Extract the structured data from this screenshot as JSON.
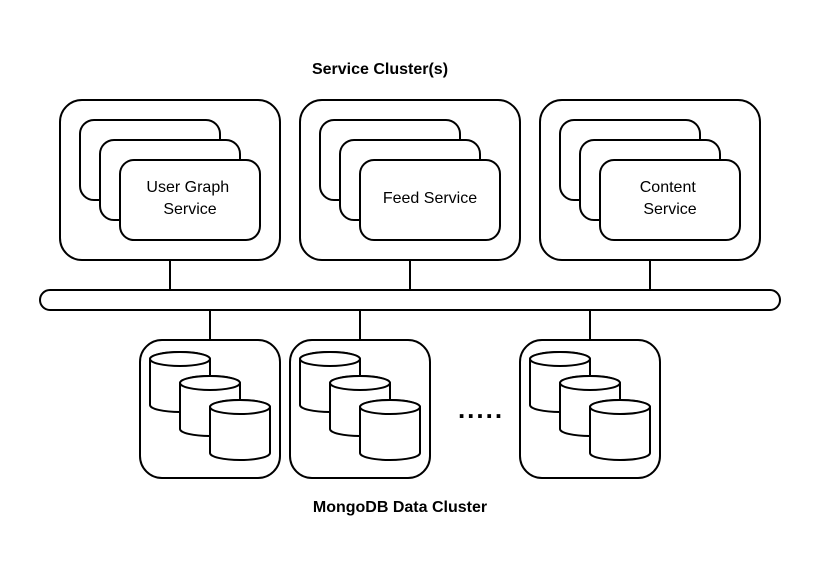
{
  "diagram": {
    "service_cluster_title": "Service Cluster(s)",
    "data_cluster_title": "MongoDB Data Cluster",
    "ellipsis": ".....",
    "services": [
      {
        "label_lines": [
          "User Graph",
          "Service"
        ]
      },
      {
        "label_lines": [
          "Feed Service"
        ]
      },
      {
        "label_lines": [
          "Content",
          "Service"
        ]
      }
    ],
    "database_clusters": 3,
    "databases_per_cluster": 3,
    "colors": {
      "stroke": "#000000",
      "fill": "#ffffff",
      "background": "#ffffff"
    }
  }
}
